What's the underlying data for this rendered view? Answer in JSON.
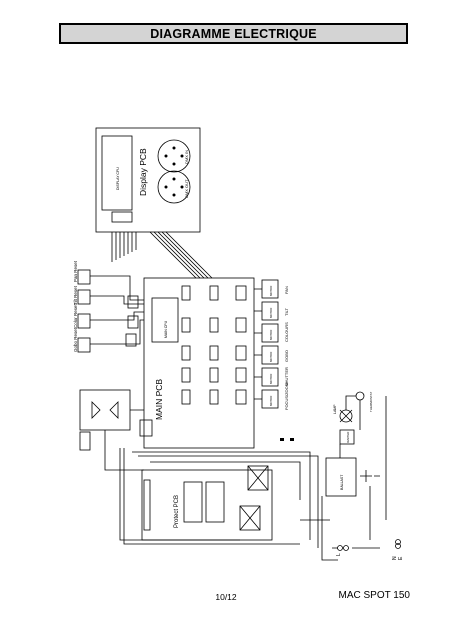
{
  "header": {
    "title": "DIAGRAMME ELECTRIQUE"
  },
  "footer": {
    "page": "10/12",
    "model": "MAC SPOT 150"
  },
  "diagram": {
    "display_pcb": "Display PCB",
    "display_cpu": "DISPLAY CPU",
    "main_pcb": "MAIN PCB",
    "main_cpu": "MAIN CPU",
    "protect_pcb": "Protect PCB",
    "sensors": [
      "Pan Reset",
      "Tilt Reset",
      "Color Reset",
      "Gobo Reset"
    ],
    "motor_labels": [
      "PAN",
      "TILT",
      "COLOURS",
      "GOBO",
      "SHUTTER",
      "FOCUS/ZOOM"
    ],
    "motor_box": "MOTOR",
    "connectors": [
      "DMX IN",
      "DMX OUT"
    ],
    "lamp": "LAMP",
    "ballast": "BALLAST",
    "igniter": "IGNITER",
    "thermo": "THERMOSTAT",
    "line": "L",
    "neutral": "N",
    "earth": "E"
  }
}
